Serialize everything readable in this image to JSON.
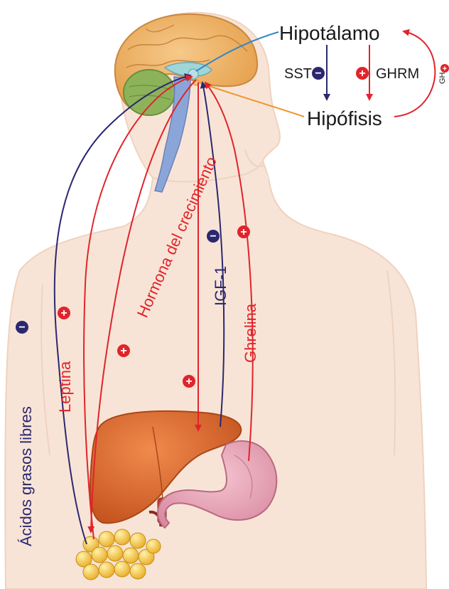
{
  "colors": {
    "stimulation": "#e0242b",
    "inhibition": "#2b2870",
    "hypothalamus_pointer": "#2f86c8",
    "pituitary_pointer": "#f0962d",
    "body": "#f8e4d6",
    "liver": "#d9662c",
    "stomach": "#e9a8b8",
    "fat_cells": "#f5c23d",
    "brain": "#eeb56f"
  },
  "labels": {
    "hypothalamus": "Hipotálamo",
    "pituitary": "Hipófisis",
    "sst": "SST",
    "ghrh": "GHRM",
    "gh_feedback": "GH",
    "growth_hormone": "Hormona del crecimiento",
    "igf1": "IGF-1",
    "ghrelin": "Ghrelina",
    "leptin": "Leptina",
    "free_fatty_acids": "Ácidos grasos libres"
  },
  "signs": {
    "plus": "+",
    "minus": "−"
  }
}
